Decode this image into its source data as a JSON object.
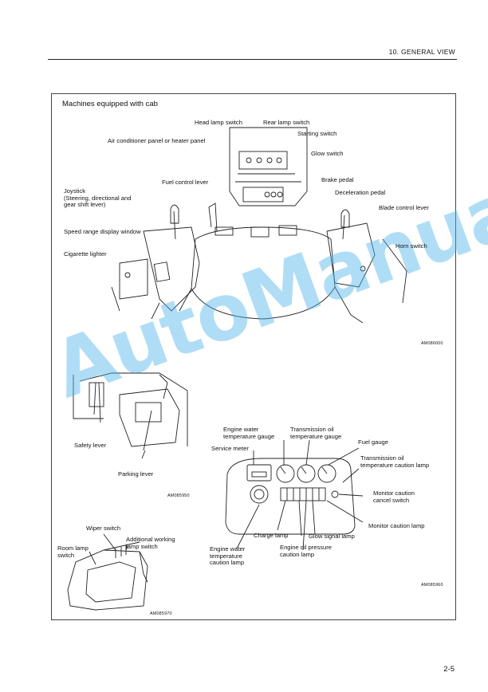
{
  "header": {
    "section": "10. GENERAL VIEW"
  },
  "section_title": "Machines equipped with cab",
  "cab_labels": {
    "head_lamp_switch": "Head lamp switch",
    "rear_lamp_switch": "Rear lamp switch",
    "starting_switch": "Starting switch",
    "air_conditioner": "Air conditioner panel or heater panel",
    "glow_switch": "Glow switch",
    "fuel_control_lever": "Fuel control lever",
    "brake_pedal": "Brake pedal",
    "joystick": "Joystick\n(Steering, directional and\ngear shift lever)",
    "deceleration_pedal": "Deceleration pedal",
    "blade_control_lever": "Blade control lever",
    "speed_range_window": "Speed range display window",
    "horn_switch": "Horn switch",
    "cigarette_lighter": "Cigarette lighter",
    "code": "AM086000"
  },
  "lever_labels": {
    "safety_lever": "Safety lever",
    "parking_lever": "Parking lever",
    "code": "AM085950"
  },
  "monitor_labels": {
    "engine_water_gauge": "Engine water\ntemperature gauge",
    "transmission_oil_gauge": "Transmission oil\ntemperature gauge",
    "service_meter": "Service meter",
    "fuel_gauge": "Fuel gauge",
    "transmission_caution_lamp": "Transmission oil\ntemperature caution lamp",
    "monitor_caution_cancel": "Monitor caution\ncancel switch",
    "monitor_caution_lamp": "Monitor caution lamp",
    "charge_lamp": "Charge lamp",
    "glow_signal_lamp": "Glow signal lamp",
    "engine_water_caution": "Engine water\ntemperature\ncaution lamp",
    "engine_oil_caution": "Engine oil pressure\ncaution lamp",
    "code": "AM085960"
  },
  "roof_labels": {
    "wiper_switch": "Wiper switch",
    "additional_lamp": "Additional working\nlamp switch",
    "room_lamp": "Room lamp\nswitch",
    "code": "AM085970"
  },
  "page_number": "2-5",
  "watermark": "AutoManual"
}
